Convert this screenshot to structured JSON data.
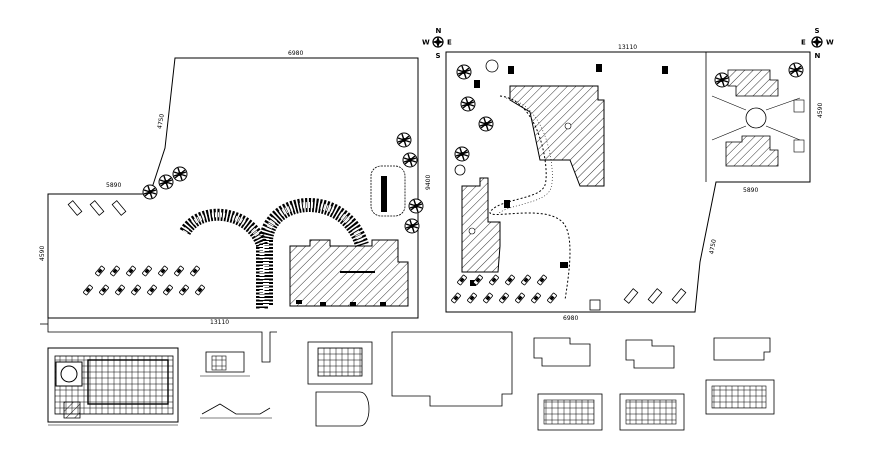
{
  "compass_left": {
    "n": "N",
    "s": "S",
    "w": "W",
    "e": "E"
  },
  "compass_right": {
    "n": "S",
    "s": "N",
    "w": "E",
    "e": "W"
  },
  "left_site": {
    "dim_top": "6980",
    "dim_diag": "4750",
    "dim_left_top": "5890",
    "dim_right": "9400",
    "dim_left": "4590",
    "dim_bottom": "13110"
  },
  "right_site": {
    "dim_top": "13110",
    "dim_right_top": "4590",
    "dim_right_mid": "5890",
    "dim_diag": "4750",
    "dim_bottom": "6980"
  },
  "colors": {
    "line": "#000000",
    "background": "#ffffff"
  }
}
